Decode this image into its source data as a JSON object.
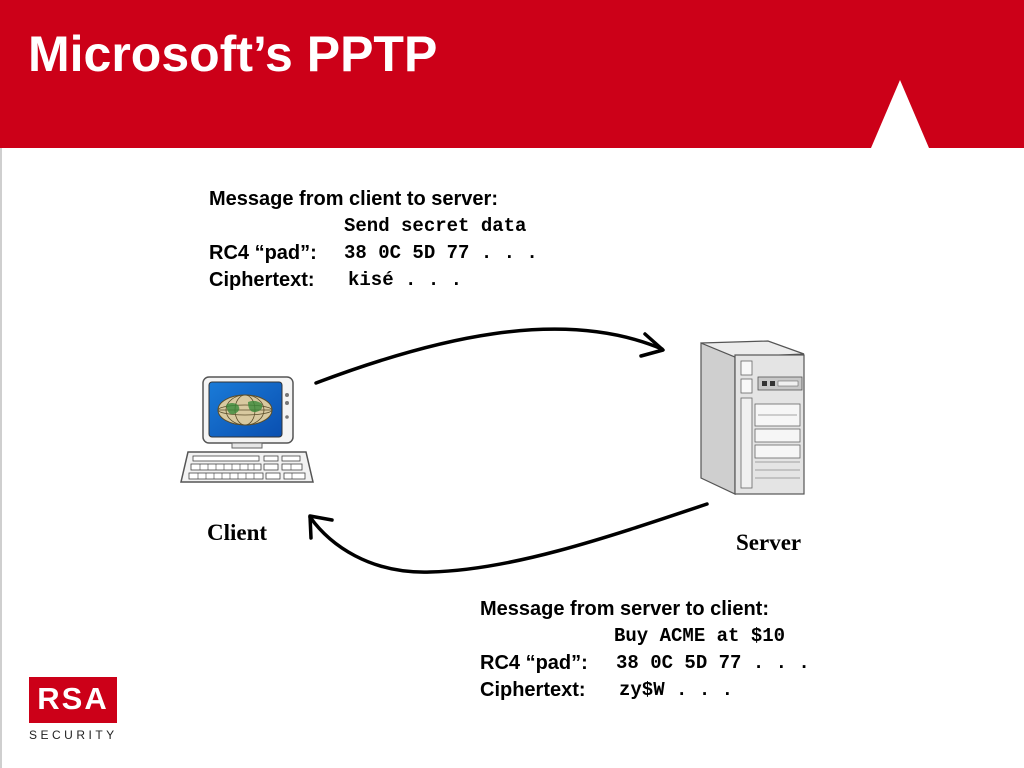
{
  "slide": {
    "title": "Microsoft’s PPTP"
  },
  "client_to_server": {
    "heading": "Message from client to server:",
    "plaintext": "Send secret data",
    "pad_label": "RC4 “pad”:",
    "pad_value": "38 0C 5D 77 . . .",
    "cipher_label": "Ciphertext:",
    "cipher_value": "kisé . . ."
  },
  "server_to_client": {
    "heading": "Message from server to client:",
    "plaintext": "Buy ACME at $10",
    "pad_label": "RC4 “pad”:",
    "pad_value": "38 0C 5D 77 . . .",
    "cipher_label": "Ciphertext:",
    "cipher_value": "zy$W . . ."
  },
  "nodes": {
    "client": "Client",
    "server": "Server"
  },
  "logo": {
    "brand": "RSA",
    "tagline": "SECURITY"
  },
  "colors": {
    "brand_red": "#cc0018"
  },
  "icons": [
    "client-computer-icon",
    "server-tower-icon",
    "globe-icon"
  ]
}
